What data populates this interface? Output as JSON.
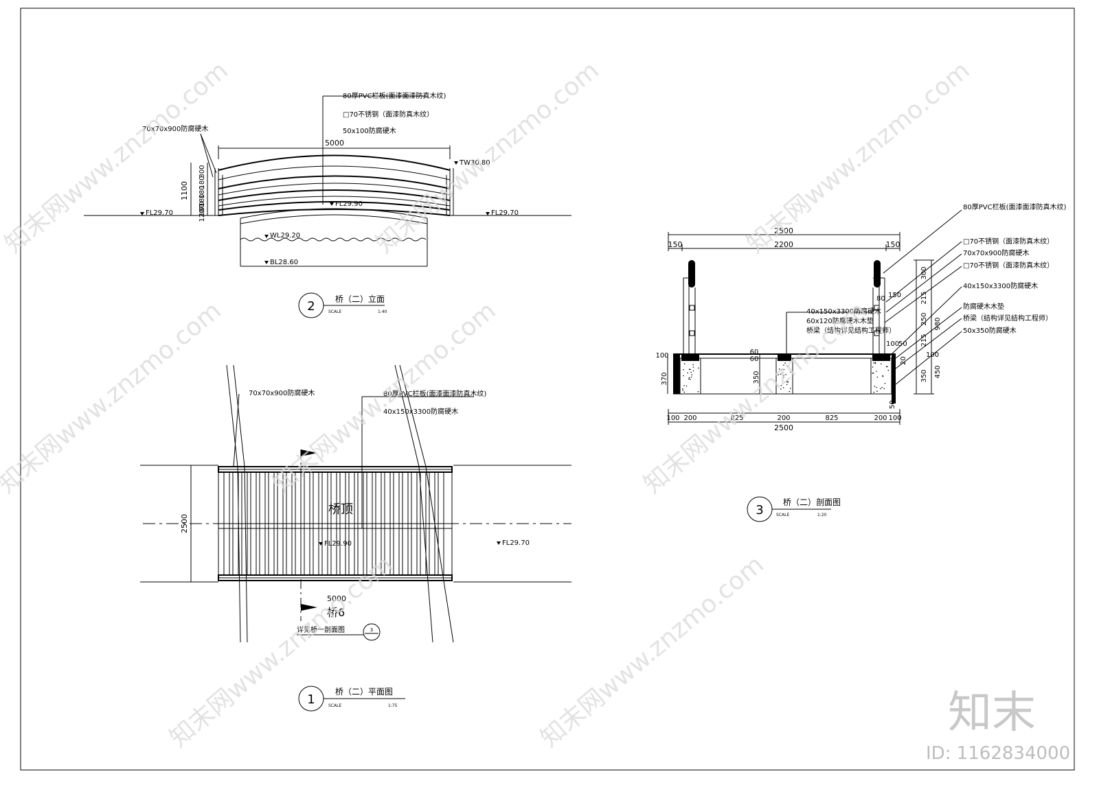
{
  "elevation": {
    "notes": [
      "80厚PVC栏板(面漆面漆防真木纹)",
      "□70不锈钢（面漆防真木纹）",
      "50x100防腐硬木"
    ],
    "post_note": "70x70x900防腐硬木",
    "span": "5000",
    "vert_dims": [
      "300",
      "180",
      "180",
      "180",
      "70",
      "180",
      "120"
    ],
    "total_height": "1100",
    "tw_level": "TW30.80",
    "fl_top": "FL29.90",
    "fl_left": "FL29.70",
    "fl_right": "FL29.70",
    "wl": "WL29.20",
    "bl": "BL28.60",
    "title_num": "2",
    "title": "桥（二）立面",
    "scale_label": "SCALE",
    "scale": "1:40"
  },
  "plan": {
    "post_note": "70x70x900防腐硬木",
    "note1": "80厚PVC栏板(面漆面漆防真木纹)",
    "note2": "40x150x3300防腐硬木",
    "bridge_label": "桥顶",
    "width_dim": "2500",
    "fl_center": "FL29.90",
    "fl_right": "FL29.70",
    "span": "5000",
    "cut_label": "桥6",
    "ref_note": "详见桥一剖面图",
    "ref_num": "3",
    "title_num": "1",
    "title": "桥（二）平面图",
    "scale_label": "SCALE",
    "scale": "1:75"
  },
  "section": {
    "top_total": "2500",
    "top_left": "150",
    "top_mid": "2200",
    "top_right": "150",
    "right_notes": [
      "80厚PVC栏板(面漆面漆防真木纹)",
      "□70不锈钢（面漆防真木纹）",
      "70x70x900防腐硬木",
      "□70不锈钢（面漆防真木纹）",
      "40x150x3300防腐硬木",
      "防腐硬木木垫",
      "桥梁（结构详见结构工程师）",
      "50x350防腐硬木"
    ],
    "mid_notes": [
      "40x150x3300防腐硬木",
      "60x120防腐硬木木垫",
      "桥梁（结构详见结构工程师）"
    ],
    "right_vdims": [
      "300",
      "215",
      "250",
      "215",
      "100",
      "350"
    ],
    "right_total_a": "980",
    "right_total_b": "450",
    "inner_dims": [
      "80",
      "150",
      "100",
      "50",
      "20",
      "50"
    ],
    "left_vdims": [
      "100",
      "370"
    ],
    "mid_vdims": [
      "60",
      "60",
      "350"
    ],
    "bottom_dims": [
      "100",
      "200",
      "825",
      "200",
      "825",
      "200",
      "100"
    ],
    "bottom_total": "2500",
    "title_num": "3",
    "title": "桥（二）剖面图",
    "scale_label": "SCALE",
    "scale": "1:20"
  },
  "watermark": {
    "text": "知末网www.znzmo.com",
    "brand": "知末",
    "id": "ID: 1162834000"
  }
}
